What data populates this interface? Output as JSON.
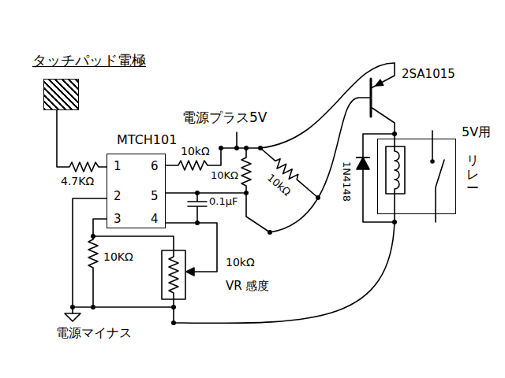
{
  "diagram": {
    "nodes": [
      {
        "text": [
          "タッチパッド電極"
        ]
      },
      {
        "text": [
          "MTCH101",
          "1",
          "6",
          "2",
          "5",
          "3",
          "4"
        ]
      },
      {
        "text": [
          "5V用",
          "リレー"
        ]
      }
    ],
    "labels": [
      "4.7KΩ",
      "10kΩ",
      "電源プラス5V",
      "0.1μF",
      "10KΩ",
      "10kΩ",
      "1N4148",
      "2SA1015",
      "10KΩ",
      "10kΩ",
      "VR 感度",
      "電源マイナス"
    ]
  }
}
